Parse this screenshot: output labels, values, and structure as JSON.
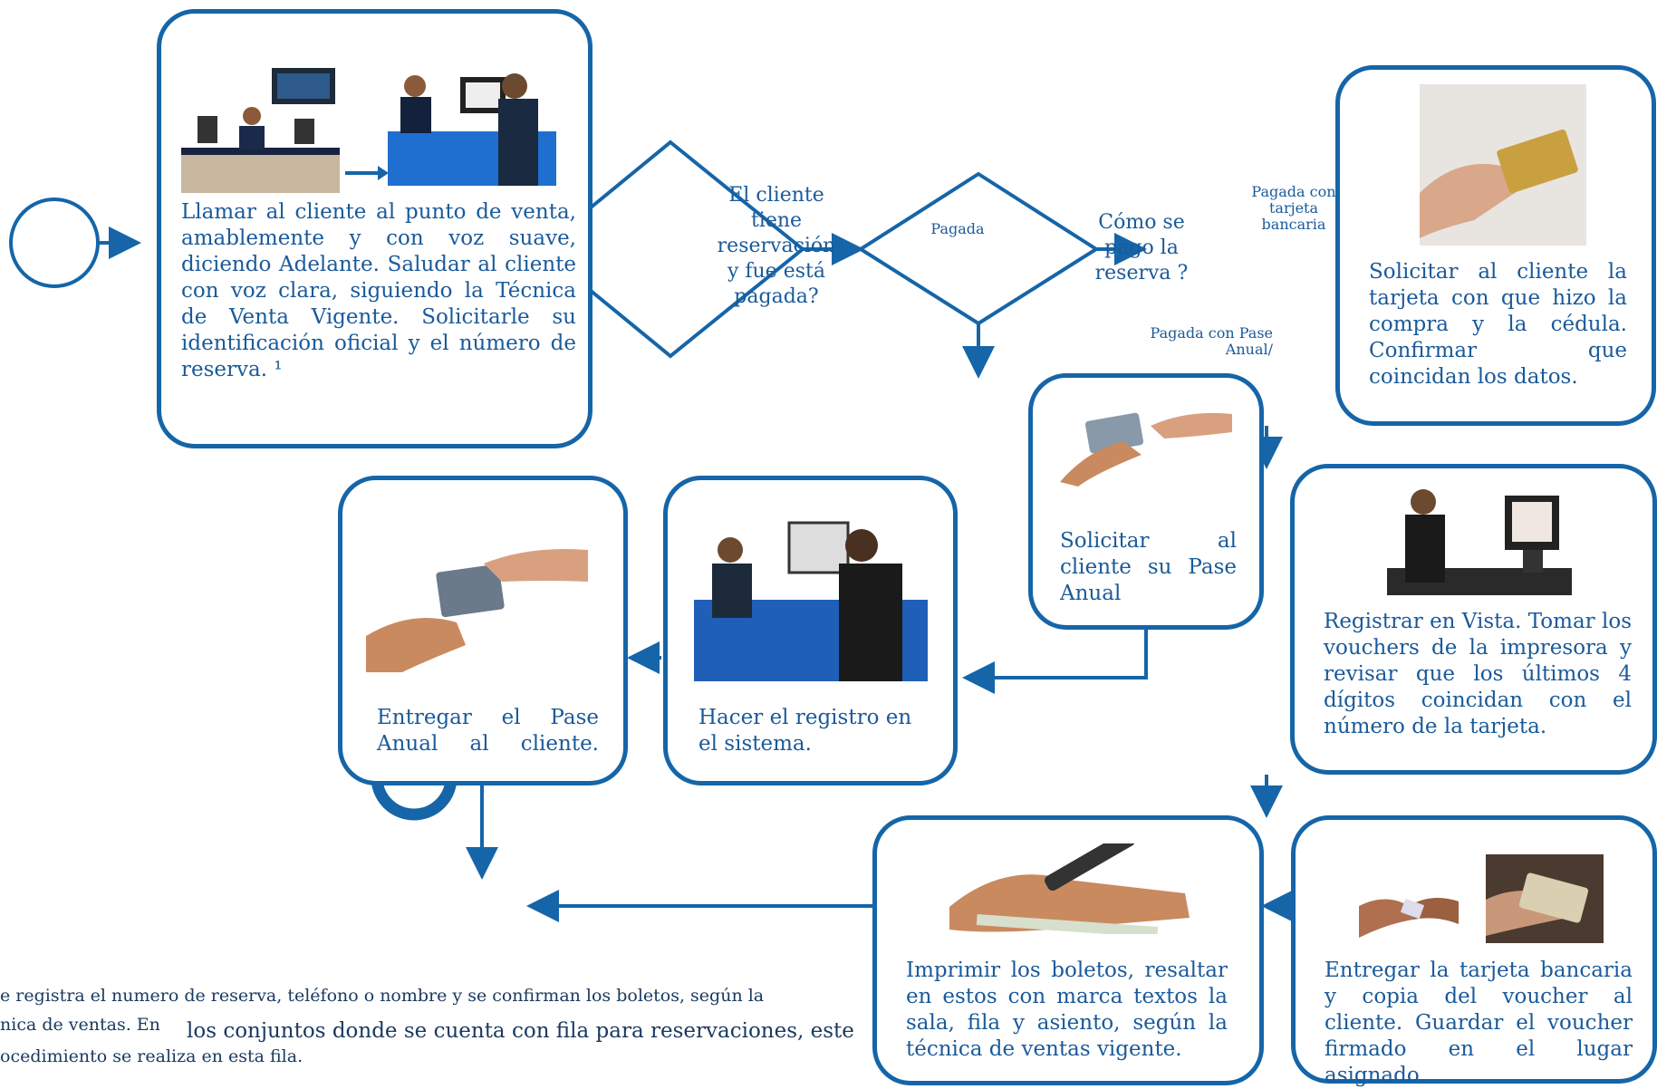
{
  "steps": {
    "llamar": "Llamar al cliente al punto de venta, amablemente y con voz suave, diciendo Adelante. Saludar al cliente con voz clara, siguiendo la Técnica de Venta Vigente.  Solicitarle su identificación oficial y el número de reserva. ¹",
    "solicitar_tarjeta_1": "Solicitar al cliente la tarjeta con que hizo la compra y la cédula. Confirmar",
    "solicitar_tarjeta_2": "que",
    "solicitar_tarjeta_3": "coincidan los datos.",
    "registrar_vista": "Registrar en Vista. Tomar los vouchers de la impresora y revisar que los últimos 4 dígitos coincidan con el número de la tarjeta.",
    "entregar_tarjeta": "Entregar la tarjeta bancaria y copia del voucher al cliente. Guardar el voucher firmado en el lugar asignado.",
    "imprimir_boletos": "Imprimir los boletos, resaltar en estos con marca textos la sala, fila y asiento, según la técnica de ventas vigente.",
    "solicitar_pase_1": "Solicitar al cliente su Pase",
    "solicitar_pase_2": "Anual",
    "hacer_registro": "Hacer el registro en el sistema.",
    "entregar_pase": "Entregar el  Pase Anual al cliente."
  },
  "decisions": {
    "reservacion": "El cliente tiene reservación y fue está pagada?",
    "como_pago": "Cómo se pago la reserva ?"
  },
  "edge_labels": {
    "pagada": "Pagada",
    "pagada_tarjeta": "Pagada con tarjeta bancaria",
    "pagada_pase": "Pagada con Pase Anual/"
  },
  "footnote": {
    "line1": "e registra el numero de reserva,  teléfono o nombre y se confirman los boletos, según la",
    "line2a": "nica de ventas.  En",
    "line2b": "los conjuntos donde se cuenta con fila para reservaciones, este",
    "line3": "ocedimiento se realiza en esta fila."
  },
  "colors": {
    "stroke": "#1565a8",
    "text": "#1a5a9a"
  }
}
